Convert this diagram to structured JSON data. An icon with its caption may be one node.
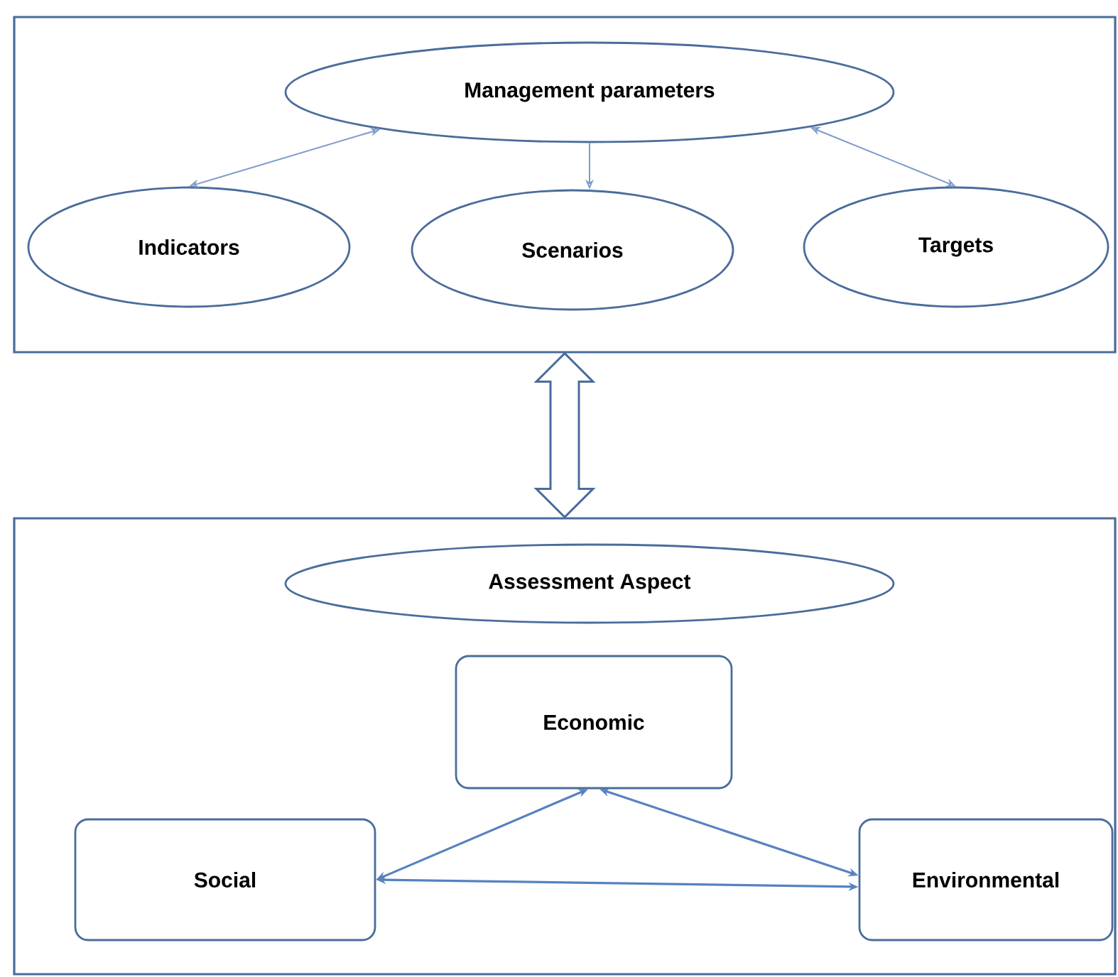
{
  "diagram": {
    "nodes": [
      {
        "text": [],
        "shape": "box"
      },
      {
        "text": [
          "Management parameters"
        ],
        "in": 0
      },
      {
        "text": [
          "Indicators"
        ],
        "in": 0
      },
      {
        "text": [
          "Scenarios"
        ],
        "in": 0
      },
      {
        "text": [
          "Targets"
        ],
        "in": 0
      },
      {
        "text": [],
        "shape": "box"
      },
      {
        "text": [
          "Assessment Aspect"
        ],
        "in": 5
      },
      {
        "text": [
          "Economic"
        ],
        "in": 5
      },
      {
        "text": [
          "Social"
        ],
        "in": 5
      },
      {
        "text": [
          "Environmental"
        ],
        "in": 5
      }
    ],
    "edges": [
      {
        "from": 1,
        "to": 2,
        "arrow": "both"
      },
      {
        "from": 1,
        "to": 3,
        "arrow": "to"
      },
      {
        "from": 1,
        "to": 4,
        "arrow": "both"
      },
      {
        "from": 0,
        "to": 5,
        "arrow": "both",
        "style": "thick"
      },
      {
        "from": 7,
        "to": 8,
        "arrow": "both"
      },
      {
        "from": 7,
        "to": 9,
        "arrow": "both"
      },
      {
        "from": 8,
        "to": 9,
        "arrow": "both"
      }
    ]
  }
}
